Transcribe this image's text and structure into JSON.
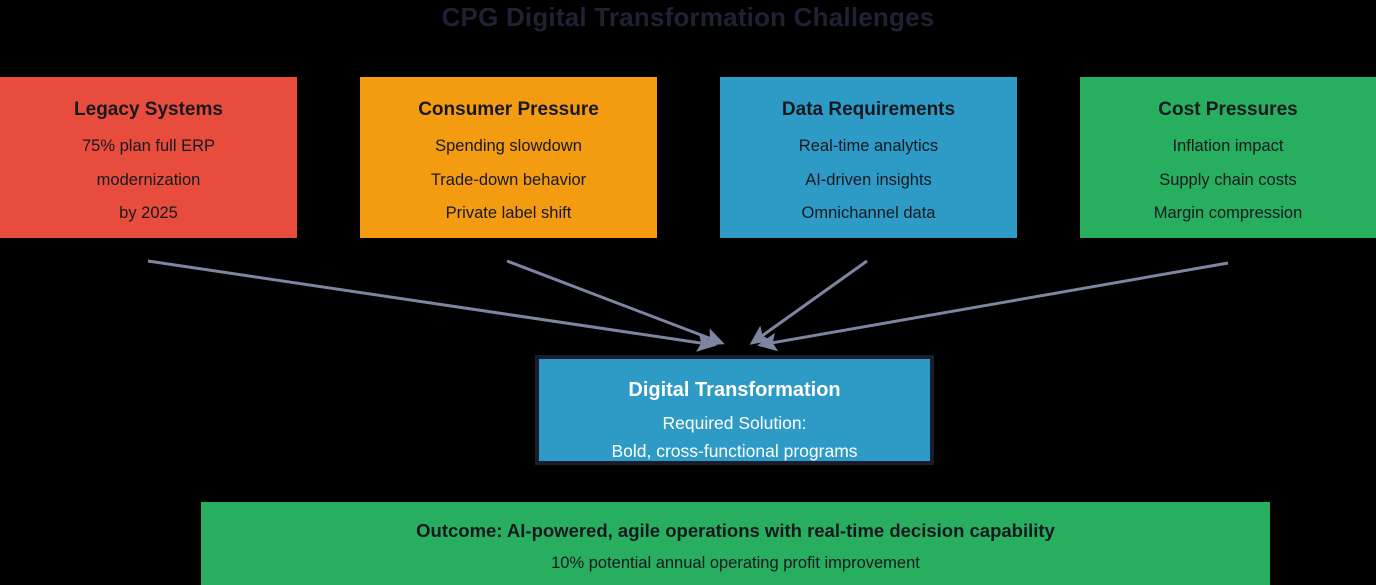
{
  "diagram": {
    "title": "CPG Digital Transformation Challenges",
    "title_color": "#1f2233",
    "background_color": "#000000"
  },
  "challenges": [
    {
      "id": "legacy-systems",
      "title": "Legacy Systems",
      "color": "#e74c3c",
      "lines": [
        "75% plan full ERP",
        "modernization",
        "by 2025"
      ]
    },
    {
      "id": "consumer-pressure",
      "title": "Consumer Pressure",
      "color": "#f39c12",
      "lines": [
        "Spending slowdown",
        "Trade-down behavior",
        "Private label shift"
      ]
    },
    {
      "id": "data-requirements",
      "title": "Data Requirements",
      "color": "#2e9bc7",
      "lines": [
        "Real-time analytics",
        "AI-driven insights",
        "Omnichannel data"
      ]
    },
    {
      "id": "cost-pressures",
      "title": "Cost Pressures",
      "color": "#27ae5f",
      "lines": [
        "Inflation impact",
        "Supply chain costs",
        "Margin compression"
      ]
    }
  ],
  "center": {
    "title": "Digital Transformation",
    "line1": "Required Solution:",
    "line2": "Bold, cross-functional programs",
    "fill_color": "#2e9bc7",
    "border_color": "#1a1d2e",
    "text_color": "#ffffff"
  },
  "outcome": {
    "title": "Outcome: AI-powered, agile operations with real-time decision capability",
    "subtitle": "10% potential annual operating profit improvement",
    "color": "#27ae5f"
  },
  "arrows": {
    "color": "#7e85a0",
    "count": 4
  }
}
